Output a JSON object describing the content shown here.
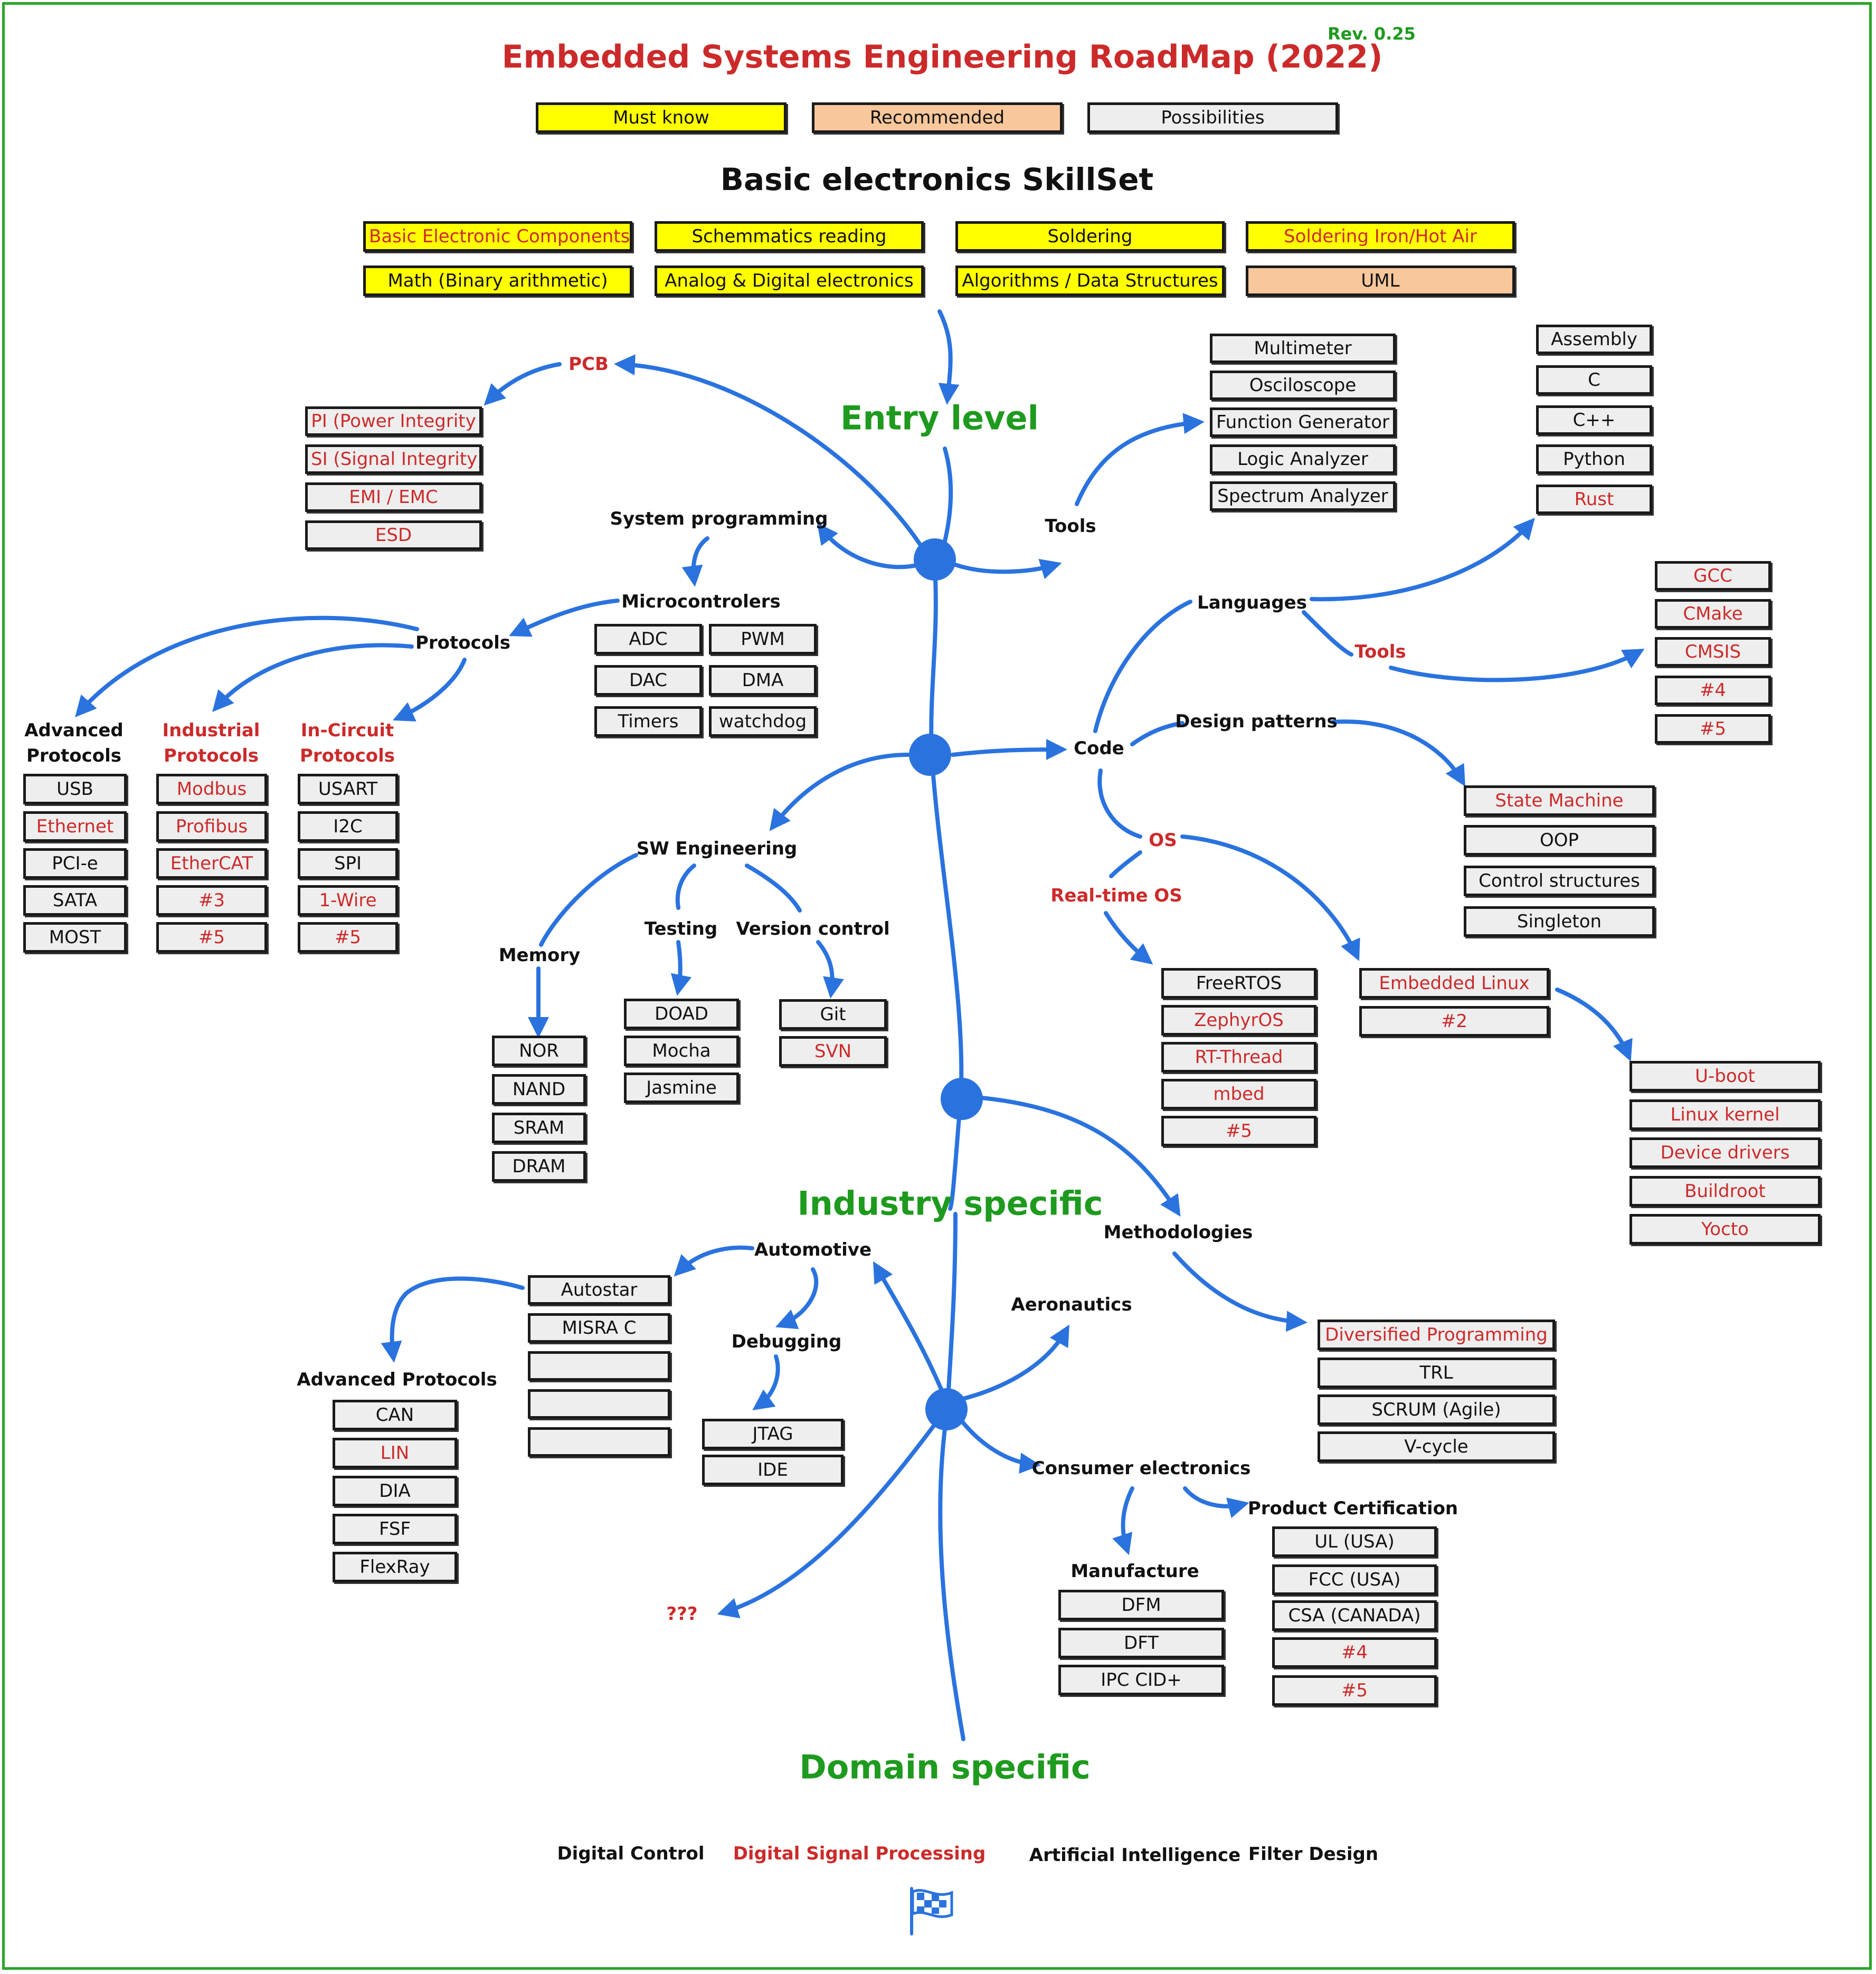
{
  "title": "Embedded Systems Engineering RoadMap (2022)",
  "revision": "Rev. 0.25",
  "legend": [
    {
      "label": "Must know",
      "level": "must"
    },
    {
      "label": "Recommended",
      "level": "recommended"
    },
    {
      "label": "Possibilities",
      "level": "possible"
    }
  ],
  "colors": {
    "must": "#ffff00",
    "recommended": "#f8c79b",
    "possible": "#eeeeee",
    "arrow": "#2a73df",
    "highlight_text": "#cc2a2a",
    "stage_heading": "#1e9a1e",
    "frame": "#2aa52a"
  },
  "basics": {
    "heading": "Basic electronics SkillSet",
    "row1": [
      {
        "label": "Basic Electronic Components",
        "level": "must",
        "red": true
      },
      {
        "label": "Schemmatics reading",
        "level": "must",
        "red": false
      },
      {
        "label": "Soldering",
        "level": "must",
        "red": false
      },
      {
        "label": "Soldering Iron/Hot Air",
        "level": "must",
        "red": true
      }
    ],
    "row2": [
      {
        "label": "Math (Binary arithmetic)",
        "level": "must",
        "red": false
      },
      {
        "label": "Analog & Digital electronics",
        "level": "must",
        "red": false
      },
      {
        "label": "Algorithms / Data Structures",
        "level": "must",
        "red": false
      },
      {
        "label": "UML",
        "level": "recommended",
        "red": false
      }
    ]
  },
  "stages": {
    "entry": "Entry level",
    "industry": "Industry specific",
    "domain": "Domain specific"
  },
  "pcb": {
    "label": "PCB",
    "items": [
      "PI (Power Integrity",
      "SI (Signal Integrity)",
      "EMI / EMC",
      "ESD"
    ]
  },
  "tools": {
    "label": "Tools",
    "items": [
      "Multimeter",
      "Osciloscope",
      "Function Generator",
      "Logic Analyzer",
      "Spectrum Analyzer"
    ]
  },
  "languages": {
    "label": "Languages",
    "items": [
      {
        "label": "Assembly",
        "red": false
      },
      {
        "label": "C",
        "red": false
      },
      {
        "label": "C++",
        "red": false
      },
      {
        "label": "Python",
        "red": false
      },
      {
        "label": "Rust",
        "red": true
      }
    ],
    "tools_label": "Tools",
    "tools": [
      "GCC",
      "CMake",
      "CMSIS",
      "#4",
      "#5"
    ]
  },
  "system_programming": {
    "label": "System programming",
    "microcontrollers_label": "Microcontrolers",
    "microcontrollers": [
      "ADC",
      "PWM",
      "DAC",
      "DMA",
      "Timers",
      "watchdog"
    ],
    "protocols_label": "Protocols"
  },
  "protocols": {
    "advanced": {
      "label": "Advanced Protocols",
      "items": [
        {
          "label": "USB",
          "red": false
        },
        {
          "label": "Ethernet",
          "red": true
        },
        {
          "label": "PCI-e",
          "red": false
        },
        {
          "label": "SATA",
          "red": false
        },
        {
          "label": "MOST",
          "red": false
        }
      ]
    },
    "industrial": {
      "label": "Industrial Protocols",
      "items": [
        "Modbus",
        "Profibus",
        "EtherCAT",
        "#3",
        "#5"
      ]
    },
    "incircuit": {
      "label": "In-Circuit Protocols",
      "items": [
        {
          "label": "USART",
          "red": false
        },
        {
          "label": "I2C",
          "red": false
        },
        {
          "label": "SPI",
          "red": false
        },
        {
          "label": "1-Wire",
          "red": true
        },
        {
          "label": "#5",
          "red": true
        }
      ]
    }
  },
  "sw_engineering": {
    "label": "SW Engineering",
    "memory_label": "Memory",
    "memory": [
      "NOR",
      "NAND",
      "SRAM",
      "DRAM"
    ],
    "testing_label": "Testing",
    "testing": [
      "DOAD",
      "Mocha",
      "Jasmine"
    ],
    "vcs_label": "Version control",
    "vcs": [
      {
        "label": "Git",
        "red": false
      },
      {
        "label": "SVN",
        "red": true
      }
    ]
  },
  "code": {
    "label": "Code",
    "design_patterns_label": "Design patterns",
    "design_patterns": [
      {
        "label": "State Machine",
        "red": true
      },
      {
        "label": "OOP",
        "red": false
      },
      {
        "label": "Control structures",
        "red": false
      },
      {
        "label": "Singleton",
        "red": false
      }
    ],
    "os_label": "OS",
    "rtos_label": "Real-time OS",
    "rtos": [
      {
        "label": "FreeRTOS",
        "red": false
      },
      {
        "label": "ZephyrOS",
        "red": true
      },
      {
        "label": "RT-Thread",
        "red": true
      },
      {
        "label": "mbed",
        "red": true
      },
      {
        "label": "#5",
        "red": true
      }
    ],
    "embedded_linux": [
      "Embedded Linux",
      "#2"
    ],
    "linux_items": [
      "U-boot",
      "Linux kernel",
      "Device drivers",
      "Buildroot",
      "Yocto"
    ]
  },
  "methodologies": {
    "label": "Methodologies",
    "items": [
      {
        "label": "Diversified Programming",
        "red": true
      },
      {
        "label": "TRL",
        "red": false
      },
      {
        "label": "SCRUM (Agile)",
        "red": false
      },
      {
        "label": "V-cycle",
        "red": false
      }
    ]
  },
  "automotive": {
    "label": "Automotive",
    "items": [
      "Autostar",
      "MISRA C",
      "",
      "",
      ""
    ],
    "advanced_protocols_label": "Advanced Protocols",
    "advanced_protocols": [
      {
        "label": "CAN",
        "red": false
      },
      {
        "label": "LIN",
        "red": true
      },
      {
        "label": "DIA",
        "red": false
      },
      {
        "label": "FSF",
        "red": false
      },
      {
        "label": "FlexRay",
        "red": false
      }
    ],
    "debugging_label": "Debugging",
    "debugging": [
      "JTAG",
      "IDE"
    ]
  },
  "aeronautics": {
    "label": "Aeronautics"
  },
  "unknown": {
    "label": "???"
  },
  "consumer": {
    "label": "Consumer electronics",
    "manufacture_label": "Manufacture",
    "manufacture": [
      "DFM",
      "DFT",
      "IPC CID+"
    ],
    "certification_label": "Product Certification",
    "certification": [
      {
        "label": "UL (USA)",
        "red": false
      },
      {
        "label": "FCC (USA)",
        "red": false
      },
      {
        "label": "CSA (CANADA)",
        "red": false
      },
      {
        "label": "#4",
        "red": true
      },
      {
        "label": "#5",
        "red": true
      }
    ]
  },
  "domains": [
    {
      "label": "Digital Control",
      "red": false
    },
    {
      "label": "Digital Signal Processing",
      "red": true
    },
    {
      "label": "Artificial Intelligence",
      "red": false
    },
    {
      "label": "Filter Design",
      "red": false
    }
  ],
  "finish_icon": "checkered-flag-icon"
}
